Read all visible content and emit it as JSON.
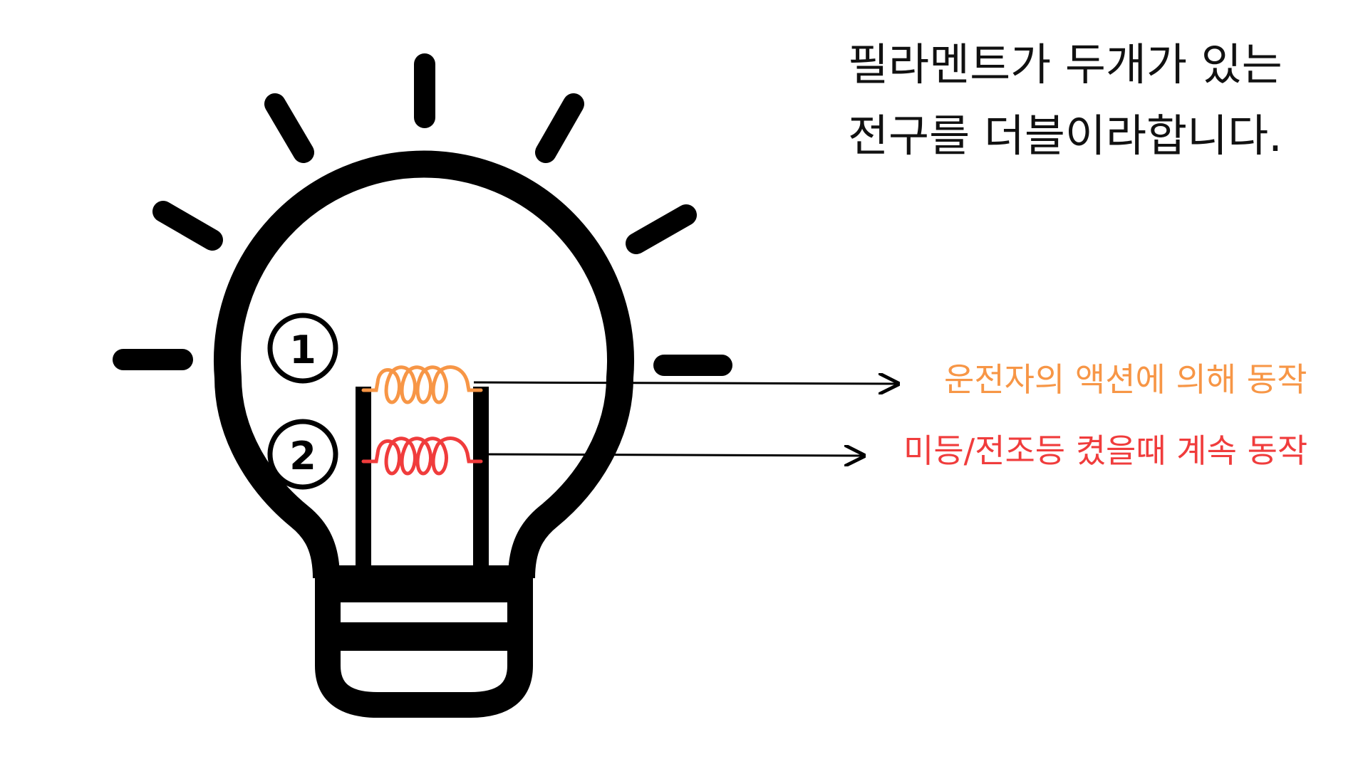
{
  "title": {
    "line1": "필라멘트가 두개가 있는",
    "line2": "전구를 더블이라합니다."
  },
  "filaments": [
    {
      "number": "1",
      "label": "운전자의 액션에 의해 동작",
      "color": "#f79646"
    },
    {
      "number": "2",
      "label": "미등/전조등 켰을때 계속 동작",
      "color": "#f03c3c"
    }
  ],
  "colors": {
    "outline": "#000000",
    "text": "#111111",
    "background": "#ffffff"
  },
  "icons": {
    "bulb": "light-bulb-icon",
    "rays": "light-ray-icon",
    "arrow": "arrow-right-icon"
  }
}
